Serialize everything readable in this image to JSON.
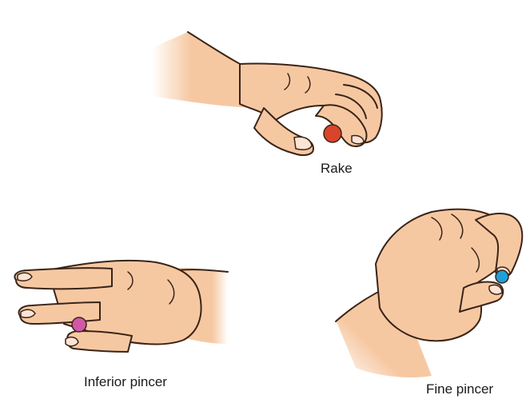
{
  "labels": {
    "rake": "Rake",
    "inferior_pincer": "Inferior pincer",
    "fine_pincer": "Fine pincer"
  },
  "colors": {
    "skin": "#f6c8a2",
    "skin_shadow": "#e3a27c",
    "outline": "#3a2418",
    "nail": "#fbe4d6",
    "rake_object": "#d9442b",
    "inferior_pincer_object": "#d257a8",
    "fine_pincer_object": "#1f9fd6"
  },
  "icons": [
    "rake-grasp-hand-icon",
    "inferior-pincer-hand-icon",
    "fine-pincer-hand-icon"
  ]
}
